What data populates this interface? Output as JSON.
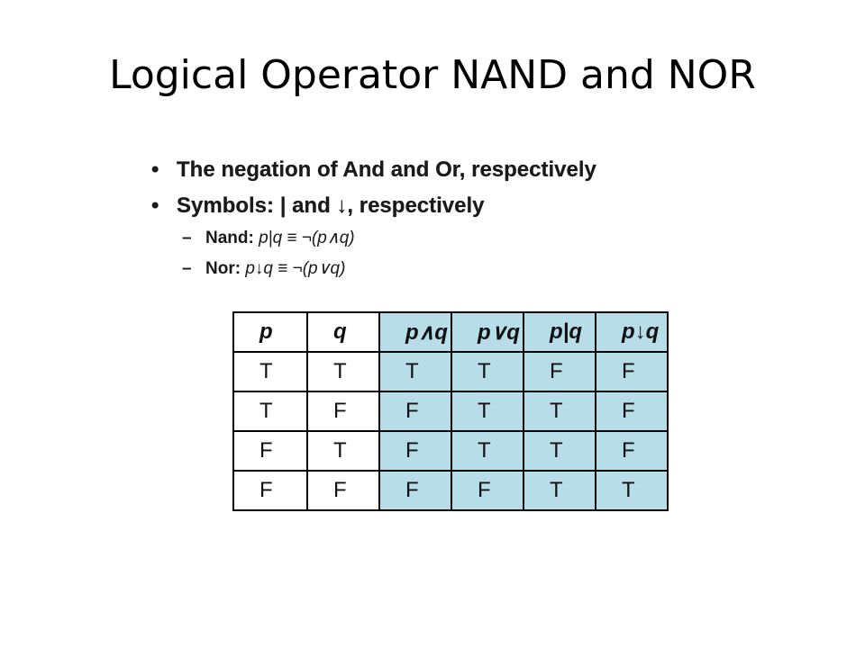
{
  "title": "Logical Operator NAND and NOR",
  "bullets": [
    "The negation of And and Or, respectively",
    "Symbols: | and ↓, respectively"
  ],
  "bullet_marker": "•",
  "sub_marker": "–",
  "sub_bullets": [
    {
      "label": "Nand: ",
      "formula": "p|q ≡ ¬(p∧q)"
    },
    {
      "label": "Nor: ",
      "formula": "p↓q ≡ ¬(p∨q)"
    }
  ],
  "table": {
    "headers": [
      "p",
      "q",
      "p∧q",
      "p∨q",
      "p|q",
      "p↓q"
    ],
    "rows": [
      [
        "T",
        "T",
        "T",
        "T",
        "F",
        "F"
      ],
      [
        "T",
        "F",
        "F",
        "T",
        "T",
        "F"
      ],
      [
        "F",
        "T",
        "F",
        "T",
        "T",
        "F"
      ],
      [
        "F",
        "F",
        "F",
        "F",
        "T",
        "T"
      ]
    ],
    "shade_color": "#b7dde8"
  }
}
